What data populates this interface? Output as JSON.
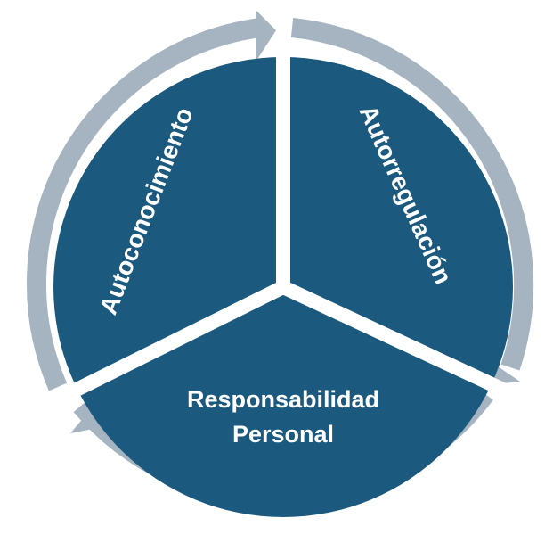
{
  "diagram": {
    "segments": [
      {
        "label": "Autoconocimiento"
      },
      {
        "label": "Autorregulación"
      },
      {
        "label_line1": "Responsabilidad",
        "label_line2": "Personal"
      }
    ],
    "colors": {
      "segment_fill": "#1b5a7e",
      "ring": "#a6b4c2",
      "divider": "#ffffff"
    }
  }
}
